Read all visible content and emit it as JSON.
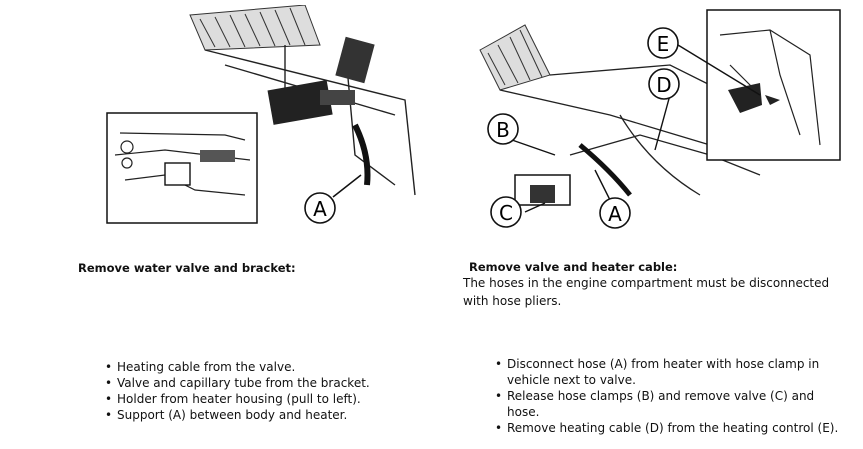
{
  "left_section": {
    "heading": "Remove water valve and bracket:",
    "bullets": [
      "Heating cable from the valve.",
      "Valve and capillary tube from the bracket.",
      "Holder from heater housing (pull to left).",
      "Support (A) between body and heater."
    ],
    "figure_labels": [
      "A"
    ]
  },
  "right_section": {
    "heading": "Remove valve and heater cable:",
    "paragraph": "The hoses in the engine compartment must be disconnected with hose pliers.",
    "bullets": [
      "Disconnect hose (A) from heater with hose clamp in vehicle next to valve.",
      "Release hose clamps (B) and remove valve (C) and hose.",
      "Remove heating cable (D) from the heating control (E)."
    ],
    "figure_labels": [
      "A",
      "B",
      "C",
      "D",
      "E"
    ]
  }
}
